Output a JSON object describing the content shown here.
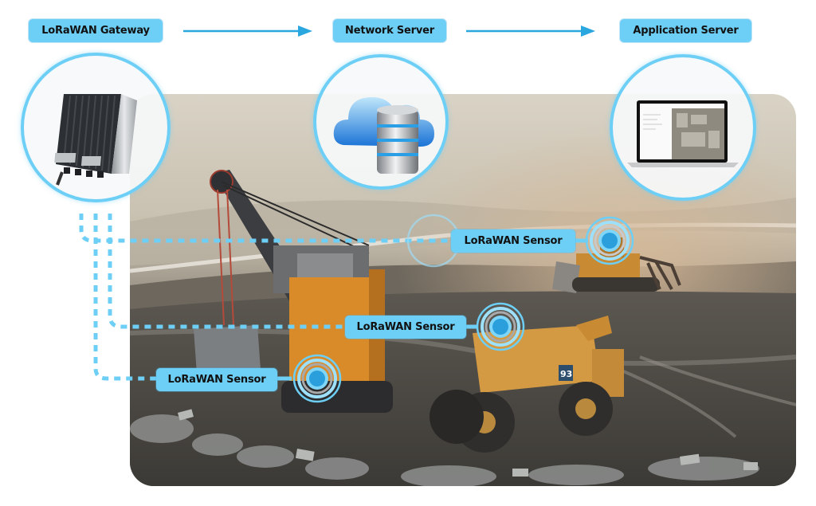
{
  "flow": {
    "gateway_label": "LoRaWAN Gateway",
    "network_label": "Network Server",
    "application_label": "Application Server"
  },
  "sensors": [
    {
      "label": "LoRaWAN Sensor",
      "target": "bulldozer"
    },
    {
      "label": "LoRaWAN Sensor",
      "target": "dump-truck"
    },
    {
      "label": "LoRaWAN Sensor",
      "target": "excavator"
    }
  ],
  "scene": {
    "truck_number": "93"
  },
  "colors": {
    "label_bg": "#6ecff6",
    "arrow": "#2aa7df",
    "ring": "#6ecff6",
    "sensor_dot": "#2a9fdc"
  },
  "icons": [
    "gateway-device-icon",
    "cloud-database-icon",
    "laptop-map-icon",
    "sensor-beacon-icon",
    "arrow-right-icon"
  ]
}
